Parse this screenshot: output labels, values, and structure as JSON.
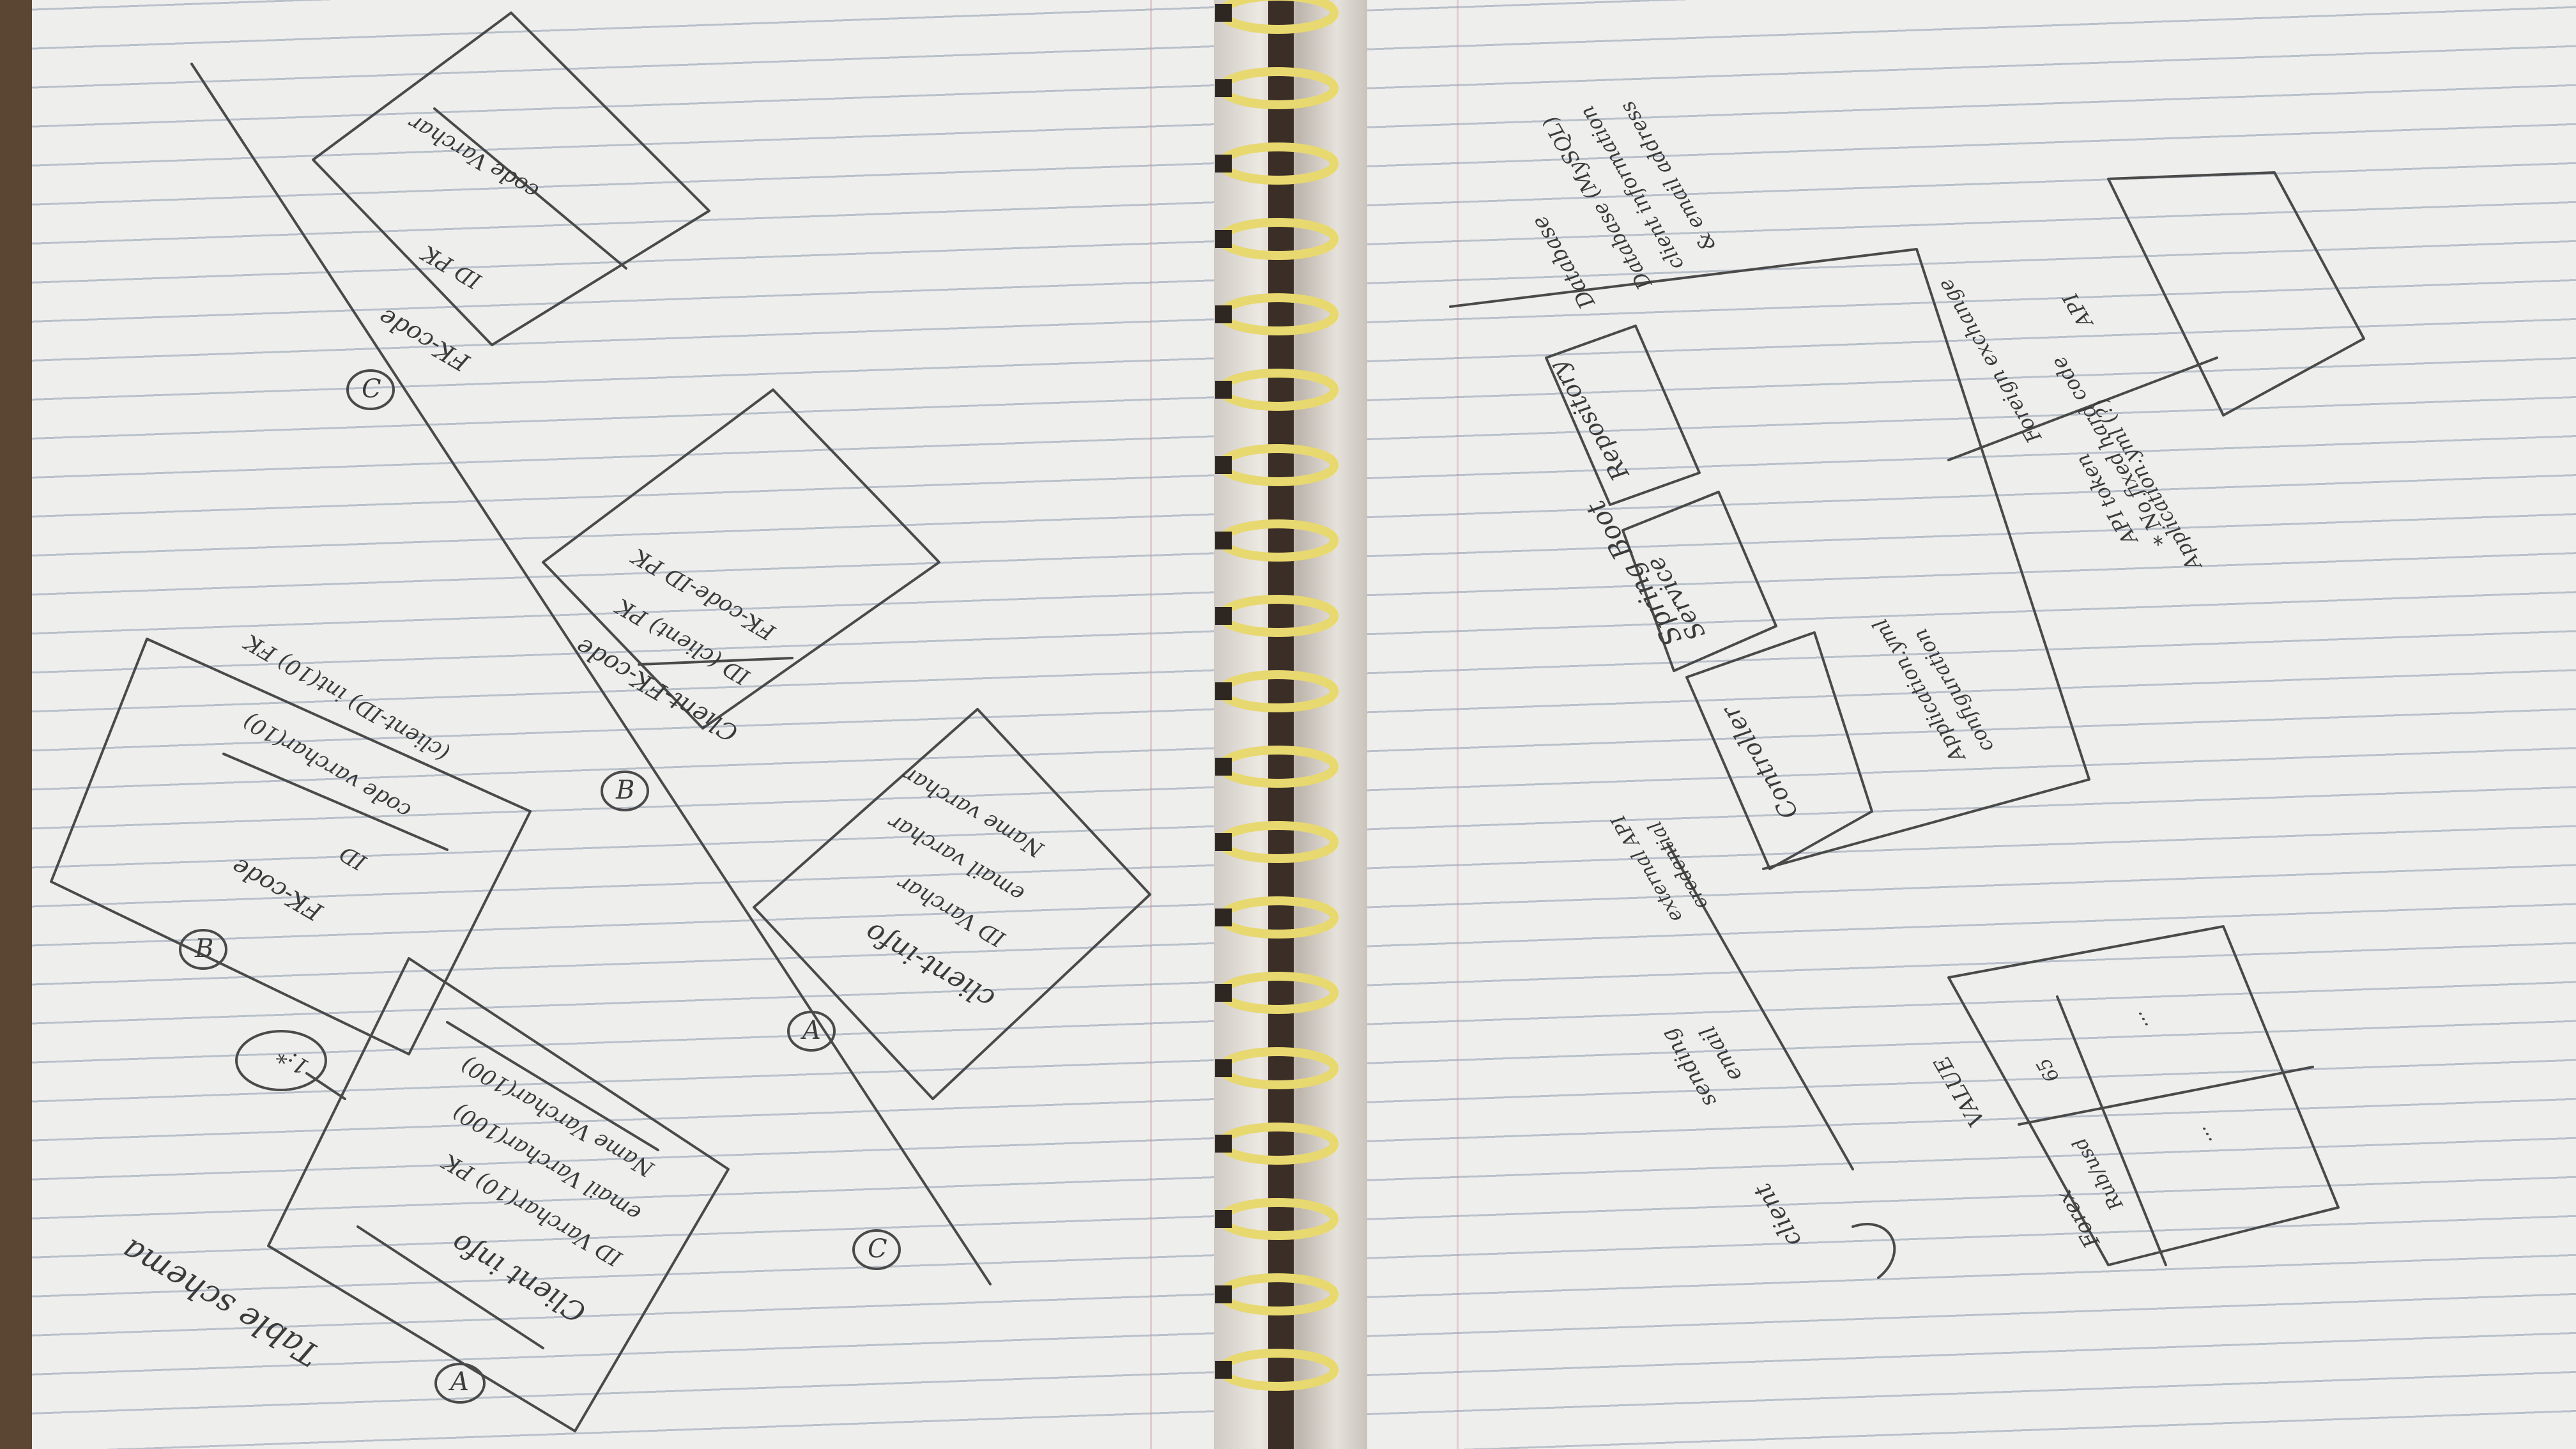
{
  "photo": {
    "background_color": "#5a4632",
    "paper_color": "#eeeeec",
    "ink_color": "#3b3b3b",
    "ring_color": "#e8d870"
  },
  "left_page": {
    "heading": "Table schema",
    "sections": [
      {
        "marker": "A",
        "table_name": "Client info",
        "columns": [
          "ID Varchar(10) PK",
          "email Varchar(100)",
          "Name Varchar(100)"
        ],
        "relation": "1:*"
      },
      {
        "marker": "B",
        "table_name": "FK-code",
        "columns": [
          "ID",
          "code varchar(10)",
          "(client-ID) int(10) FK"
        ]
      },
      {
        "marker": "B",
        "table_name": "Client-FK-code",
        "columns": [
          "ID (client) PK",
          "FK-code-ID PK"
        ]
      },
      {
        "marker": "C",
        "table_name": "FK-code",
        "columns": [
          "ID PK",
          "code Varchar"
        ]
      },
      {
        "marker": "A",
        "table_name": "client-info",
        "columns": [
          "ID Varchar",
          "email varchar",
          "Name varchar"
        ]
      },
      {
        "marker": "C",
        "table_name": "",
        "columns": []
      }
    ]
  },
  "right_page": {
    "boxes": [
      {
        "id": "controller",
        "label": "Controller"
      },
      {
        "id": "service",
        "label": "Service"
      },
      {
        "id": "repository",
        "label": "Repository"
      }
    ],
    "notes": {
      "spring_boot": "Spring Boot",
      "config_1": "Application.yml",
      "config_2": "configuration",
      "database": "Database",
      "db_1": "Database (MySQL)",
      "db_2": "client information",
      "db_3": "& email address",
      "sending_1": "sending",
      "sending_2": "email",
      "sending_3": "external API",
      "sending_4": "credential",
      "client": "client",
      "api_1": "API token",
      "api_2": "* No fixed hard code",
      "api_3": "Application.yml (?)",
      "api_4": "Foreign exchange",
      "api_5": "API"
    },
    "table": {
      "headers": [
        "Forex",
        "VALUE"
      ],
      "rows": [
        [
          "Rub/usd",
          "65"
        ],
        [
          "...",
          "..."
        ]
      ]
    }
  }
}
